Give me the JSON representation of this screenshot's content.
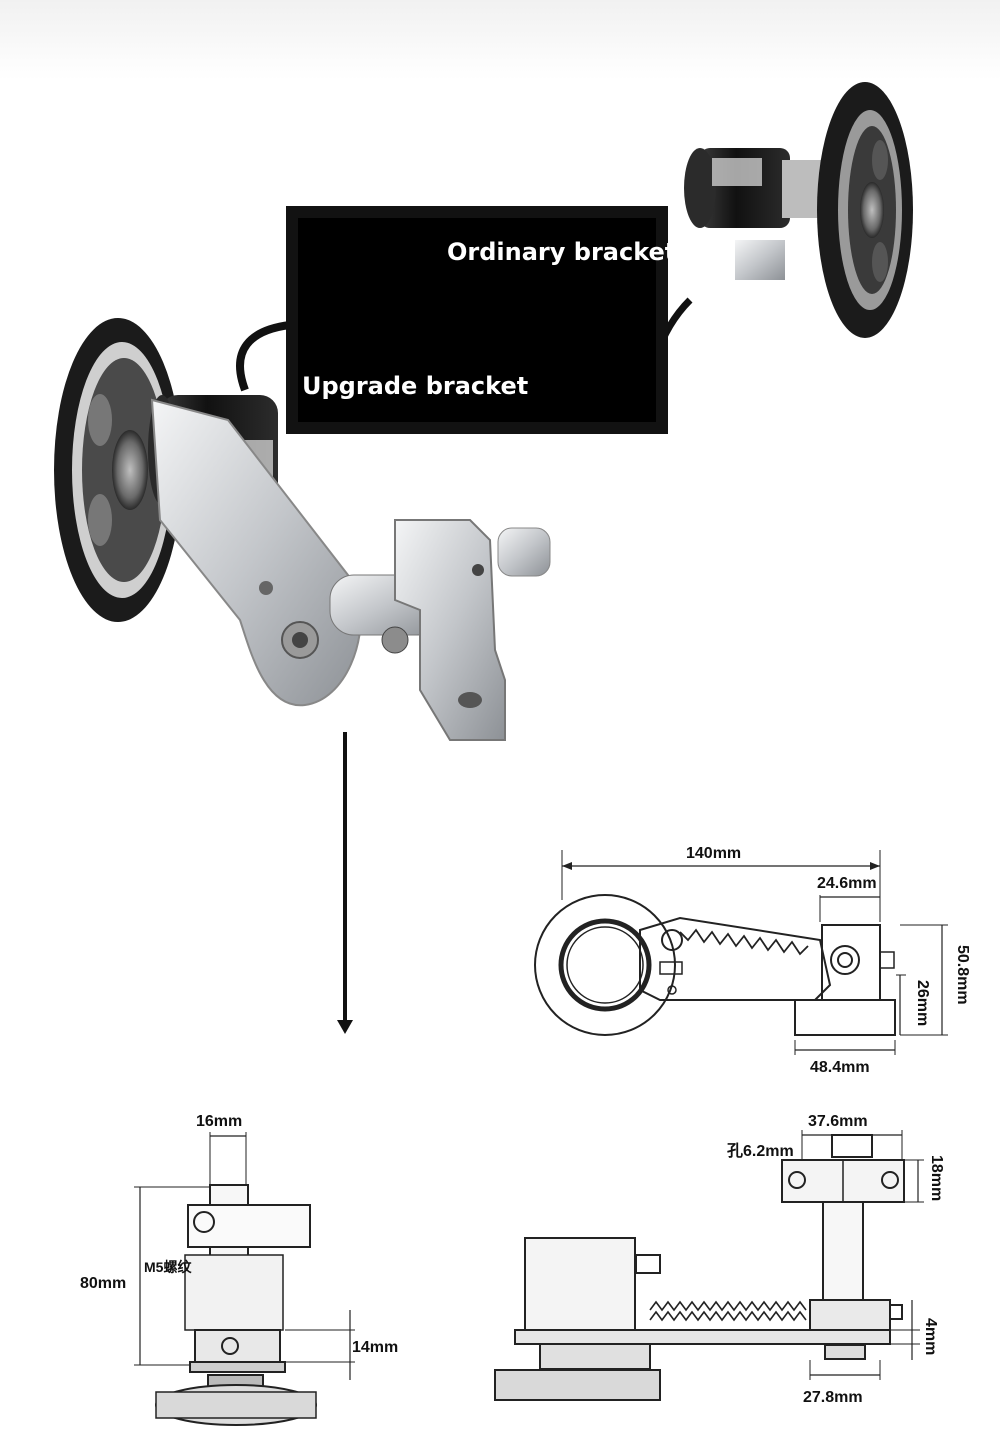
{
  "photo": {
    "label_ordinary": "Ordinary bracket",
    "label_upgrade": "Upgrade bracket"
  },
  "drawing_top": {
    "width": "140mm",
    "screw_offset": "24.6mm",
    "total_height": "50.8mm",
    "pivot_height": "26mm",
    "base_width": "48.4mm"
  },
  "drawing_side": {
    "shaft_width": "16mm",
    "thread": "M5螺纹",
    "height": "80mm",
    "collar": "14mm"
  },
  "drawing_front": {
    "block_width": "37.6mm",
    "hole": "孔6.2mm",
    "block_height": "18mm",
    "plate": "4mm",
    "foot": "27.8mm"
  },
  "colors": {
    "line": "#222222",
    "metal": "#c9ccd0",
    "rubber": "#1b1b1b",
    "callout": "#000000"
  }
}
